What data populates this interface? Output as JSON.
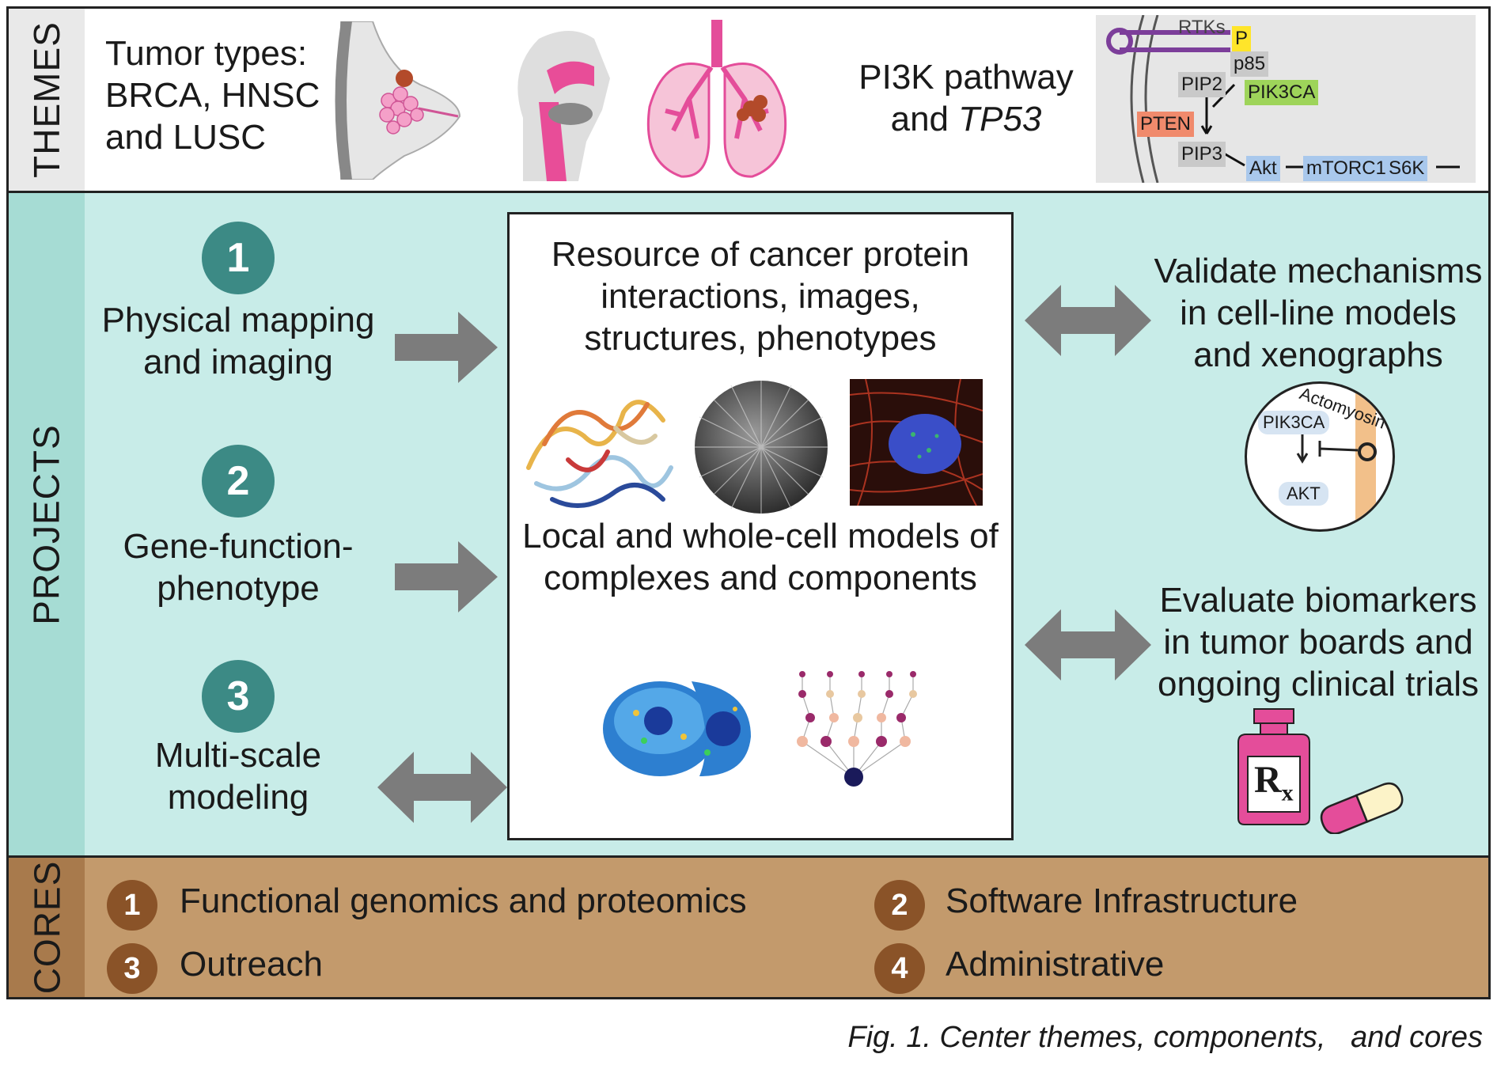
{
  "themes": {
    "side_label": "THEMES",
    "tumor_types": [
      "Tumor types:",
      "BRCA, HNSC",
      "and LUSC"
    ],
    "pathway_title": [
      "PI3K pathway",
      "and "
    ],
    "pathway_gene": "TP53",
    "pathway_diagram": {
      "rtks": "RTKs",
      "p": "P",
      "p85": "p85",
      "pip2": "PIP2",
      "pik3ca": "PIK3CA",
      "pten": "PTEN",
      "pip3": "PIP3",
      "akt": "Akt",
      "mtorc1": "mTORC1",
      "s6k": "S6K",
      "colors": {
        "pten": "#f08a6c",
        "pik3ca": "#9ed45a",
        "akt": "#a9c8ec",
        "p": "#ffe52a",
        "grey": "#c9c9c9"
      }
    }
  },
  "projects": {
    "side_label": "PROJECTS",
    "items": [
      {
        "num": "1",
        "lines": [
          "Physical mapping",
          "and imaging"
        ]
      },
      {
        "num": "2",
        "lines": [
          "Gene-function-",
          "phenotype"
        ]
      },
      {
        "num": "3",
        "lines": [
          "Multi-scale",
          "modeling"
        ]
      }
    ],
    "resource": {
      "top_lines": [
        "Resource of cancer protein",
        "interactions, images,",
        "structures, phenotypes"
      ],
      "bottom_lines": [
        "Local and whole-cell models of",
        "complexes and components"
      ]
    },
    "validate": {
      "lines": [
        "Validate mechanisms",
        "in cell-line models",
        "and xenographs"
      ],
      "inset": {
        "actomyosin": "Actomyosin",
        "pik3ca": "PIK3CA",
        "akt": "AKT"
      }
    },
    "evaluate": {
      "lines": [
        "Evaluate biomarkers",
        "in tumor boards and",
        "ongoing clinical trials"
      ],
      "rx": "R"
    }
  },
  "cores": {
    "side_label": "CORES",
    "items": [
      {
        "num": "1",
        "label": "Functional genomics and proteomics"
      },
      {
        "num": "2",
        "label": "Software Infrastructure"
      },
      {
        "num": "3",
        "label": "Outreach"
      },
      {
        "num": "4",
        "label": "Administrative"
      }
    ]
  },
  "caption": "Fig. 1. Center themes, components,   and cores",
  "colors": {
    "themes_bg": "#ffffff",
    "themes_side": "#e9e9e9",
    "projects_bg": "#c8ece8",
    "projects_side": "#a6dcd4",
    "cores_bg": "#c39a6c",
    "cores_side": "#a87a4c",
    "number_teal": "#3c8a85",
    "number_brown": "#8a5328",
    "arrow_grey": "#7c7c7c",
    "pink": "#e44d9a"
  }
}
